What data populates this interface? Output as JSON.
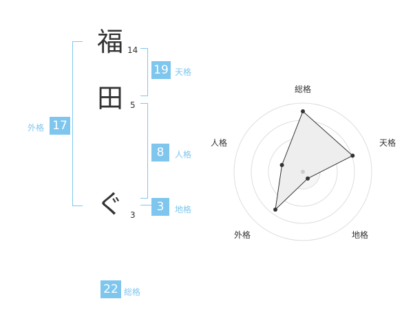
{
  "name": {
    "characters": [
      {
        "char": "福",
        "strokes": "14"
      },
      {
        "char": "田",
        "strokes": "5"
      },
      {
        "char": "ぐ",
        "strokes": "3"
      }
    ]
  },
  "fortune": {
    "tenkaku": {
      "value": "19",
      "label": "天格"
    },
    "jinkaku": {
      "value": "8",
      "label": "人格"
    },
    "chikaku": {
      "value": "3",
      "label": "地格"
    },
    "gaikaku": {
      "value": "17",
      "label": "外格"
    },
    "soukaku": {
      "value": "22",
      "label": "総格"
    }
  },
  "chart_data": {
    "type": "radar",
    "axes": [
      "総格",
      "天格",
      "地格",
      "外格",
      "人格"
    ],
    "values": [
      22,
      19,
      3,
      17,
      8
    ],
    "rings": 4
  },
  "colors": {
    "accent": "#7ec6ee",
    "text": "#333333",
    "grid": "#dddddd",
    "area": "#eeeeee"
  }
}
